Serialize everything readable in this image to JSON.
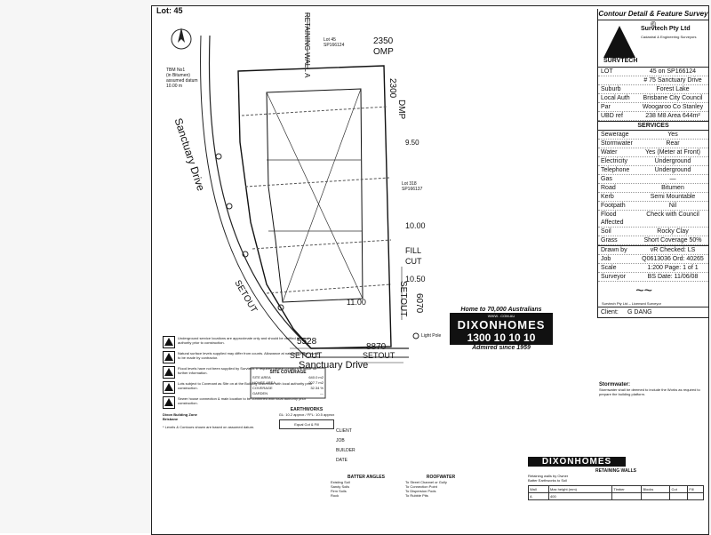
{
  "lot_corner": "Lot: 45",
  "street": "Sanctuary Drive",
  "labels": {
    "retaining_wall": "RETAINING WALL A",
    "lot_note": "Lot 45\nSP166124",
    "lot_318": "Lot 318\nSP166137",
    "tbm": "TBM No1\n(in Bitumen)\nassumed datum\n10.00 m",
    "setout_left": "SETOUT",
    "setout_bottom": "SETOUT",
    "setout_right": "SETOUT",
    "dim_5528": "5528",
    "dim_8870": "8870",
    "dim_6070": "6070",
    "dim_2350": "2350",
    "dim_2300": "2300",
    "dim_omp": "OMP",
    "dim_dmp": "DMP",
    "fill": "FILL",
    "cut": "CUT",
    "light_pole": "Light Pole",
    "level_1000": "10.00",
    "level_1050": "10.50",
    "level_1100": "11.00",
    "level_950": "9.50"
  },
  "title_block": {
    "header": "Contour Detail & Feature Survey ©",
    "company": "Survtech Pty Ltd",
    "brand": "SURVTECH",
    "company_small": "Cadastral & Engineering Surveyors",
    "fields": [
      {
        "k": "LOT",
        "v": "45   on   SP166124"
      },
      {
        "k": "",
        "v": "# 75 Sanctuary Drive"
      },
      {
        "k": "Suburb",
        "v": "Forest Lake"
      },
      {
        "k": "Local Auth",
        "v": "Brisbane City Council"
      },
      {
        "k": "Par",
        "v": "Woogaroo  Co  Stanley"
      },
      {
        "k": "UBD ref",
        "v": "238 M8  Area 644m²"
      }
    ],
    "services_title": "SERVICES",
    "services": [
      {
        "k": "Sewerage",
        "v": "Yes"
      },
      {
        "k": "Stormwater",
        "v": "Rear"
      },
      {
        "k": "Water",
        "v": "Yes (Meter at Front)"
      },
      {
        "k": "Electricity",
        "v": "Underground"
      },
      {
        "k": "Telephone",
        "v": "Underground"
      },
      {
        "k": "Gas",
        "v": "—"
      },
      {
        "k": "Road",
        "v": "Bitumen"
      },
      {
        "k": "Kerb",
        "v": "Semi Mountable"
      },
      {
        "k": "Footpath",
        "v": "Nil"
      },
      {
        "k": "Flood Affected",
        "v": "Check with Council"
      },
      {
        "k": "Soil",
        "v": "Rocky Clay"
      },
      {
        "k": "Grass",
        "v": "Short  Coverage 50%"
      }
    ],
    "meta": [
      {
        "k": "Drawn by",
        "v": "vR   Checked: LS"
      },
      {
        "k": "Job",
        "v": "Q0613036  Ord: 40265"
      },
      {
        "k": "Scale",
        "v": "1:200  Page: 1 of 1"
      },
      {
        "k": "Surveyor",
        "v": "BS   Date: 11/06/08"
      }
    ],
    "licensed": "Survtech Pty Ltd – Licensed Surveyor",
    "client_label": "Client:",
    "client": "G DANG"
  },
  "dixon": {
    "tag_top": "Home to 70,000 Australians",
    "web": "WWW. .COM.AU",
    "name": "DIXONHOMES",
    "phone": "1300 10 10 10",
    "tag_bottom": "Admired since 1959"
  },
  "site_coverage": {
    "title": "SITE COVERAGE",
    "rows": [
      {
        "k": "SITE AREA",
        "v": "640.0 m2"
      },
      {
        "k": "HOUSE AREA",
        "v": "207.7 m2"
      },
      {
        "k": "COVERAGE",
        "v": "32.34 %"
      },
      {
        "k": "GARDEN",
        "v": "—"
      }
    ]
  },
  "earthworks": {
    "title": "EARTHWORKS",
    "gl": "GL: 10.2 approx / FFL: 10.5 approx",
    "equal": "Equal Cut & Fill"
  },
  "notes": [
    "Underground service locations are approximate only and should be verified by local authority prior to construction.",
    "Natural surface levels supplied may differ from counts. Allowance at natural surface levels to be made by contractor.",
    "Flood levels have not been supplied by Survtech. If required please contact the office for further information.",
    "Lots subject to Covenant as Site on at the Building Discretion with local authority prior construction.",
    "Sewer house connection & main location to be confirmed with local authority prior construction."
  ],
  "building_zone": "Dixon Building Zone\nBrisbane",
  "levels_note": "* Levels & Contours shown are based on assumed datum.",
  "retaining_walls": {
    "title": "RETAINING WALLS",
    "line1": "Retaining walls by Owner",
    "line2": "Batter Earthworks to Soil",
    "cols": [
      "Wall",
      "Max height (mm)",
      "Timber",
      "Blocks",
      "Cut",
      "Fill"
    ],
    "row": [
      "A",
      "400",
      "",
      "",
      "",
      ""
    ]
  },
  "roofwater": {
    "title": "ROOFWATER",
    "items": [
      "To Street Channel or Gully",
      "To Connection Point",
      "To Dispersion Pods",
      "To Rubble Pits"
    ]
  },
  "batter": {
    "title": "BATTER ANGLES",
    "items": [
      "Existing Soil",
      "Sandy Soils",
      "Firm Soils",
      "Rock"
    ]
  },
  "client_block": {
    "client": "CLIENT",
    "job": "JOB",
    "builder": "BUILDER",
    "date": "DATE"
  },
  "stormwater_title": "Stormwater:",
  "stormwater_text": "Stormwater shall be deemed to include the Works as required to prepare the building platform."
}
